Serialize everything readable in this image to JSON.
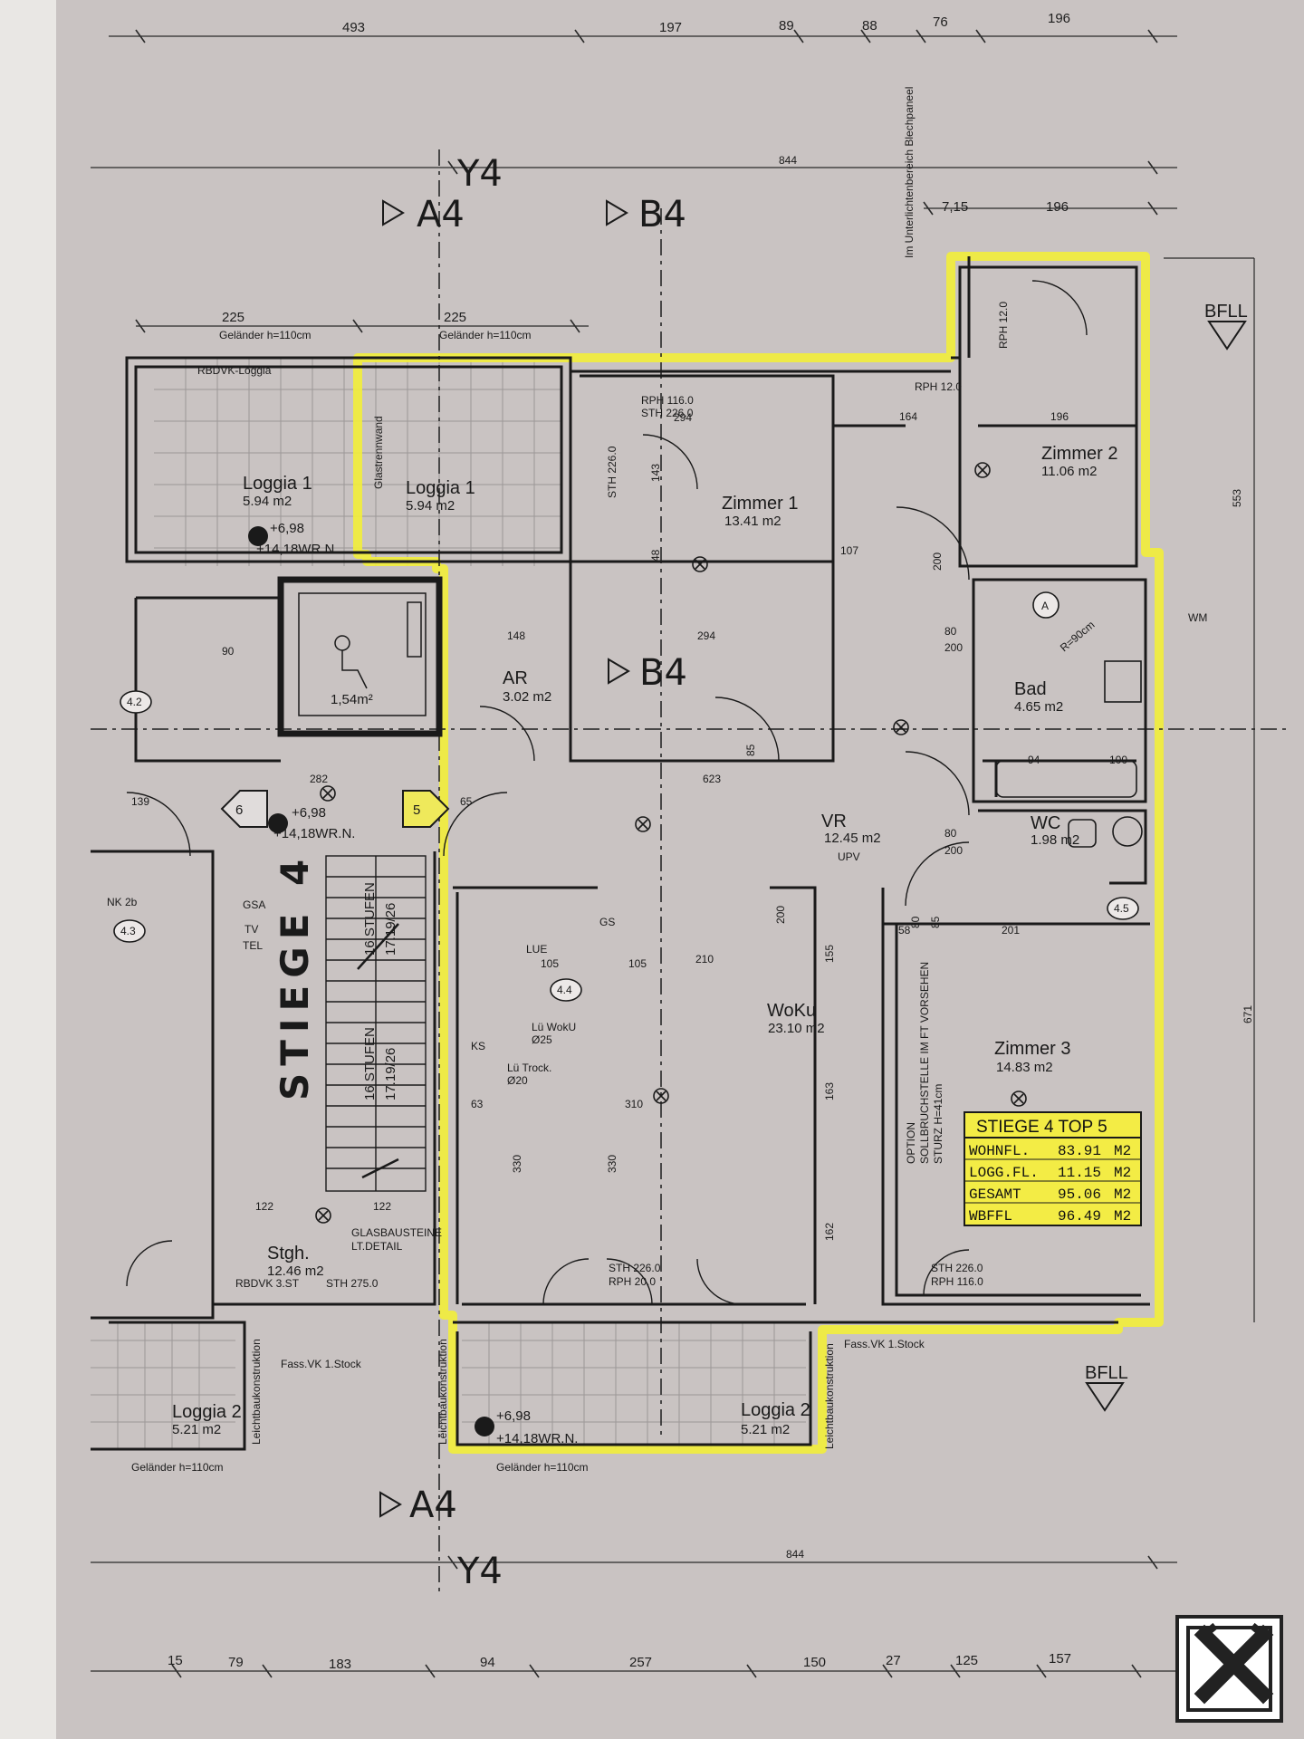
{
  "plan": {
    "axis_y_top": "Y4",
    "axis_y_bottom": "Y4",
    "section_a_top": "A4",
    "section_b_top": "B4",
    "section_a_bottom": "A4",
    "section_b_mid": "B4",
    "stair_label": "STIEGE 4",
    "bfll_top": "BFLL",
    "bfll_bottom": "BFLL"
  },
  "rooms": {
    "loggia1_left_name": "Loggia 1",
    "loggia1_left_area": "5.94 m2",
    "loggia1_right_name": "Loggia 1",
    "loggia1_right_area": "5.94 m2",
    "zimmer1_name": "Zimmer 1",
    "zimmer1_area": "13.41 m2",
    "zimmer2_name": "Zimmer 2",
    "zimmer2_area": "11.06 m2",
    "zimmer3_name": "Zimmer 3",
    "zimmer3_area": "14.83 m2",
    "ar_name": "AR",
    "ar_area": "3.02 m2",
    "bad_name": "Bad",
    "bad_area": "4.65 m2",
    "wc_name": "WC",
    "wc_area": "1.98 m2",
    "vr_name": "VR",
    "vr_area": "12.45 m2",
    "woku_name": "WoKu",
    "woku_area": "23.10 m2",
    "lift_area": "1,54m²",
    "stgh_name": "Stgh.",
    "stgh_area": "12.46 m2",
    "loggia2_left_name": "Loggia 2",
    "loggia2_left_area": "5.21 m2",
    "loggia2_right_name": "Loggia 2",
    "loggia2_right_area": "5.21 m2"
  },
  "labels": {
    "gelaender_top_left": "Geländer h=110cm",
    "gelaender_top_right": "Geländer h=110cm",
    "gelaender_bottom_left": "Geländer h=110cm",
    "gelaender_bottom_right": "Geländer h=110cm",
    "level_top": "+6,98",
    "level_top_sub": "+14,18WR.N.",
    "level_mid": "+6,98",
    "level_mid_sub": "+14,18WR.N.",
    "level_bottom": "+6,98",
    "level_bottom_sub": "+14,18WR.N.",
    "stufen_upper": "16 STUFEN",
    "stufen_upper_sub": "17.19/26",
    "stufen_lower": "16 STUFEN",
    "stufen_lower_sub": "17.19/26",
    "option_text": "OPTION",
    "sollbruch": "SOLLBRUCHSTELLE IM FT VORSEHEN",
    "sturz": "STURZ H=41cm",
    "glasbau": "GLASBAUSTEINE",
    "glasbau_sub": "LT.DETAIL",
    "rbdvk_loggia": "RBDVK-Loggia",
    "rbdvk_stgh": "RBDVK 3.ST",
    "stgh_sth": "STH 275.0",
    "gastenwand": "Glastrennwand",
    "blechpaneel": "Im Unterlichtenbereich Blechpaneel",
    "leicht_left": "Leichtbaukonstruktion",
    "leicht_right": "Leichtbaukonstruktion",
    "fass_left": "Fass.VK 1.Stock",
    "fass_right": "Fass.VK 1.Stock",
    "lue_woku": "Lü WokU",
    "lue_woku_sub": "Ø25",
    "lue_trock": "Lü Trock.",
    "lue_trock_sub": "Ø20",
    "tag_42": "4.2",
    "tag_43": "4.3",
    "tag_44": "4.4",
    "tag_45": "4.5",
    "tag_A": "A",
    "door_6": "6",
    "door_5": "5",
    "gsa": "GSA",
    "tv": "TV",
    "tel": "TEL",
    "nk": "NK 2b",
    "upv": "UPV",
    "sth_zimmer1": "STH 226.0",
    "sth_zimmer3": "STH 226.0",
    "rph_zimmer3": "RPH 116.0",
    "sth_woku": "STH 226.0",
    "rph_woku": "RPH 20.0",
    "sth_z1_top": "STH 226.0",
    "rph_z1_top": "RPH 116.0",
    "rph_z2": "RPH 12.0",
    "rph_z2b": "RPH 12.0",
    "r90": "R=90cm",
    "wm": "WM",
    "gs": "GS",
    "lue": "LUE",
    "ks": "KS"
  },
  "dimensions_top": [
    "493",
    "197",
    "89",
    "88",
    "76",
    "196"
  ],
  "dimensions_top_2": "844",
  "dimensions_top_3": [
    "7,15",
    "196"
  ],
  "dimensions_top_4": [
    "225",
    "225"
  ],
  "dimensions_bottom": [
    "15",
    "79",
    "183",
    "94",
    "257",
    "150",
    "27",
    "125",
    "157"
  ],
  "dimensions_bottom_2": "844",
  "dimensions_right": [
    "553",
    "671"
  ],
  "inner_dims": [
    "164",
    "196",
    "107",
    "148",
    "294",
    "294",
    "623",
    "201",
    "58",
    "90",
    "282",
    "105",
    "105",
    "210",
    "63",
    "310",
    "330",
    "330",
    "163",
    "162",
    "155",
    "122",
    "122",
    "143",
    "48",
    "200",
    "80",
    "80",
    "80",
    "200",
    "200",
    "200",
    "85",
    "85",
    "139",
    "65",
    "94",
    "100"
  ],
  "summary": {
    "title": "STIEGE 4 TOP 5",
    "rows": [
      {
        "label": "WOHNFL.",
        "value": "83.91",
        "unit": "M2"
      },
      {
        "label": "LOGG.FL.",
        "value": "11.15",
        "unit": "M2"
      },
      {
        "label": "GESAMT",
        "value": "95.06",
        "unit": "M2"
      },
      {
        "label": "WBFFL",
        "value": "96.49",
        "unit": "M2"
      }
    ]
  },
  "colors": {
    "highlight": "#f2ee3a",
    "table_bg": "#f3ec45",
    "paper": "#c9c3c2",
    "line": "#1e1e1e"
  },
  "logo": "raiffeisen-logo"
}
